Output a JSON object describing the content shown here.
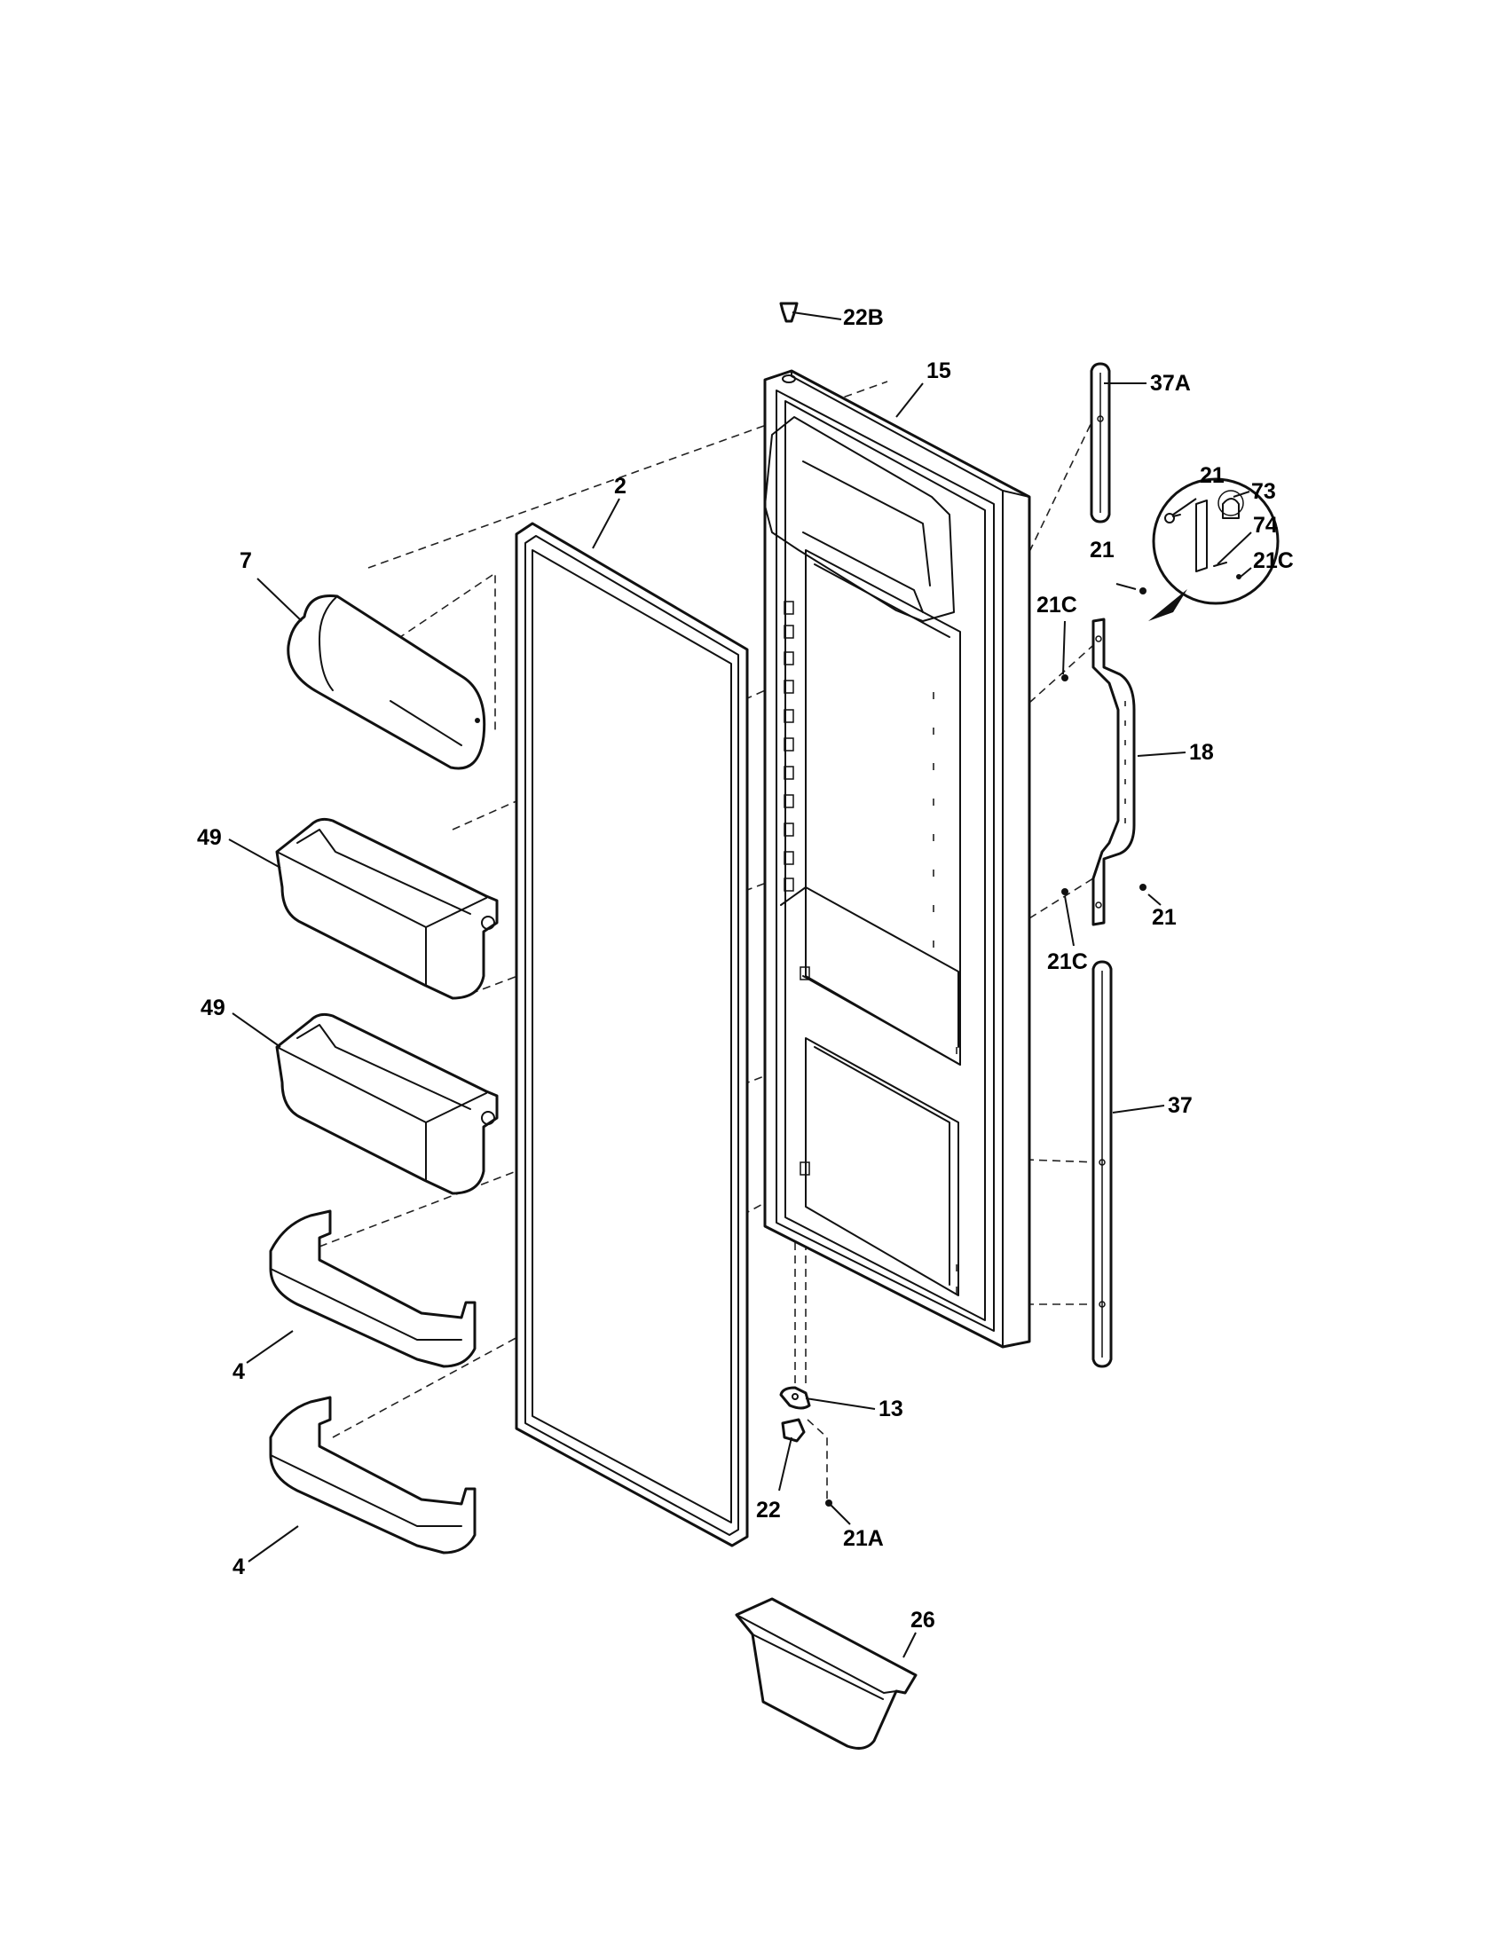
{
  "callouts": [
    {
      "id": "c-22b",
      "text": "22B"
    },
    {
      "id": "c-15",
      "text": "15"
    },
    {
      "id": "c-37a",
      "text": "37A"
    },
    {
      "id": "c-2",
      "text": "2"
    },
    {
      "id": "c-7",
      "text": "7"
    },
    {
      "id": "c-21-inset",
      "text": "21"
    },
    {
      "id": "c-73",
      "text": "73"
    },
    {
      "id": "c-74",
      "text": "74"
    },
    {
      "id": "c-21c-inset",
      "text": "21C"
    },
    {
      "id": "c-21-top",
      "text": "21"
    },
    {
      "id": "c-21c-top",
      "text": "21C"
    },
    {
      "id": "c-18",
      "text": "18"
    },
    {
      "id": "c-49-upper",
      "text": "49"
    },
    {
      "id": "c-21-bottom",
      "text": "21"
    },
    {
      "id": "c-21c-bottom",
      "text": "21C"
    },
    {
      "id": "c-49-lower",
      "text": "49"
    },
    {
      "id": "c-37",
      "text": "37"
    },
    {
      "id": "c-4-upper",
      "text": "4"
    },
    {
      "id": "c-13",
      "text": "13"
    },
    {
      "id": "c-22",
      "text": "22"
    },
    {
      "id": "c-21a",
      "text": "21A"
    },
    {
      "id": "c-4-lower",
      "text": "4"
    },
    {
      "id": "c-26",
      "text": "26"
    }
  ],
  "style": {
    "line_color": "#111111",
    "background": "#ffffff"
  }
}
